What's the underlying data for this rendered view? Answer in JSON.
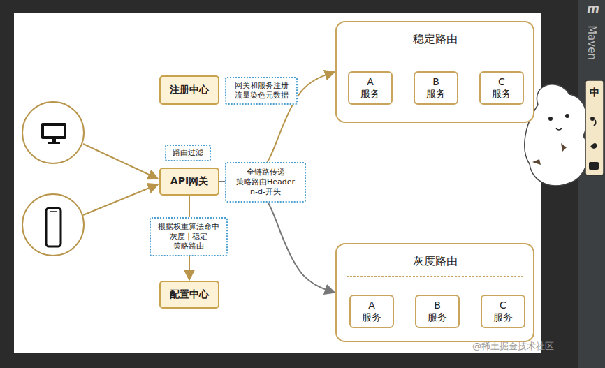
{
  "diagram": {
    "nodes": [
      {
        "text": [
          "注册中心"
        ]
      },
      {
        "text": [
          "网关和服务注册 流量染色元数据"
        ]
      },
      {
        "text": [
          "稳定路由"
        ]
      },
      {
        "text": [
          "A 服务"
        ],
        "in": 2
      },
      {
        "text": [
          "B 服务"
        ],
        "in": 2
      },
      {
        "text": [
          "C 服务"
        ],
        "in": 2
      },
      {
        "text": [
          "路由过滤"
        ]
      },
      {
        "text": [
          "API网关"
        ]
      },
      {
        "text": [
          "全链路传递 策略路由Header n-d-开头"
        ]
      },
      {
        "text": [
          "根据权重算法命中 灰度 | 稳定 策略路由"
        ]
      },
      {
        "text": [
          "配置中心"
        ]
      },
      {
        "text": [
          "灰度路由"
        ]
      },
      {
        "text": [
          "A 服务"
        ],
        "in": 11
      },
      {
        "text": [
          "B 服务"
        ],
        "in": 11
      },
      {
        "text": [
          "C 服务"
        ],
        "in": 11
      }
    ],
    "edges": [
      {
        "from": 3,
        "to": 4,
        "arrow": "to"
      },
      {
        "from": 4,
        "to": 5,
        "arrow": "to"
      },
      {
        "from": 7,
        "to": 2,
        "arrow": "to"
      },
      {
        "from": 7,
        "to": 11,
        "arrow": "to"
      },
      {
        "from": 7,
        "to": 10,
        "arrow": "to"
      },
      {
        "from": 12,
        "to": 13,
        "arrow": "to"
      },
      {
        "from": 13,
        "to": 14,
        "arrow": "to"
      }
    ],
    "labels": [
      "m",
      "Maven",
      "中",
      "@稀土掘金技术社区"
    ]
  }
}
